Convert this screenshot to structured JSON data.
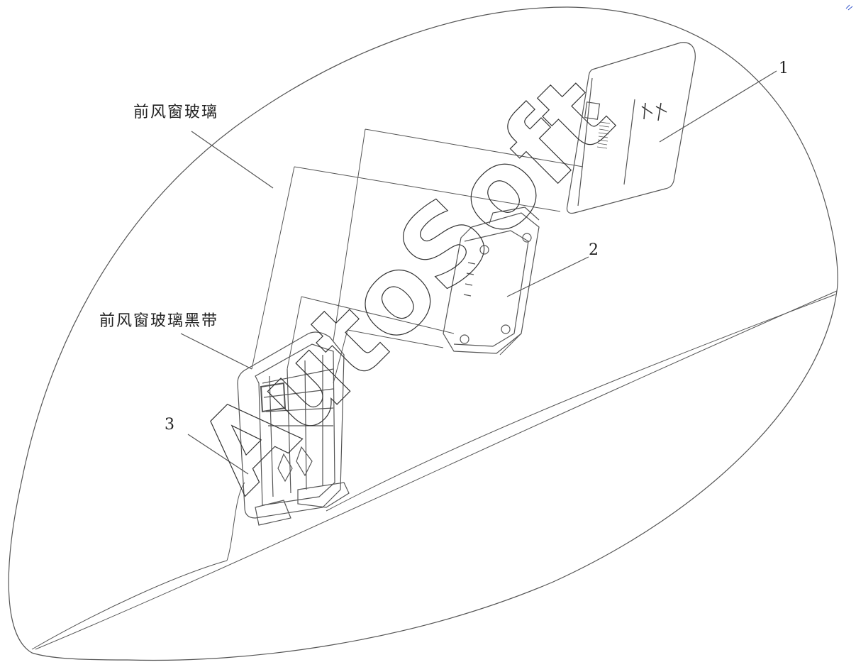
{
  "labels": {
    "windshield": "前风窗玻璃",
    "windshield_black_band": "前风窗玻璃黑带",
    "callout_1": "1",
    "callout_2": "2",
    "callout_3": "3"
  },
  "watermark": "AutoSoft",
  "colors": {
    "line": "#555555",
    "text": "#222222",
    "accent": "#3355cc"
  }
}
